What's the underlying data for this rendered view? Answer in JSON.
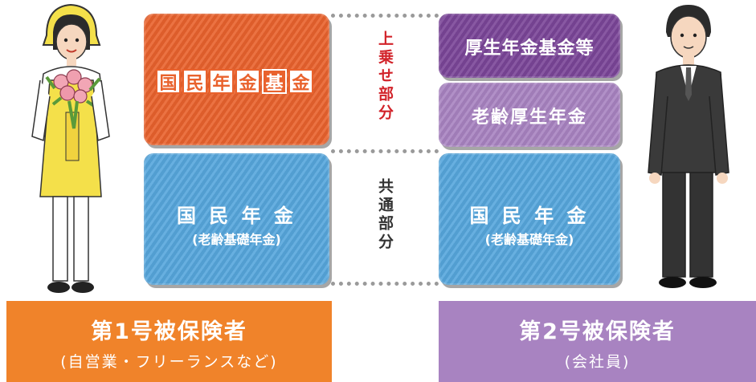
{
  "blocks": {
    "left_upper": {
      "chars": [
        "国",
        "民",
        "年",
        "金",
        "基",
        "金"
      ]
    },
    "left_lower": {
      "title": "国 民 年 金",
      "subtitle": "(老齢基礎年金)"
    },
    "right_top": {
      "title": "厚生年金基金等"
    },
    "right_middle": {
      "title": "老齢厚生年金"
    },
    "right_lower": {
      "title": "国 民 年 金",
      "subtitle": "(老齢基礎年金)"
    }
  },
  "middle_labels": {
    "upper": "上乗せ部分",
    "lower": "共通部分"
  },
  "bars": {
    "left": {
      "title": "第1号被保険者",
      "subtitle": "(自営業・フリーランスなど)"
    },
    "right": {
      "title": "第2号被保険者",
      "subtitle": "(会社員)"
    }
  },
  "colors": {
    "orange": "#e9622d",
    "blue": "#56a6dc",
    "purple_dark": "#7a4598",
    "purple_light": "#a883c1",
    "bar_orange": "#f0832a",
    "bar_purple": "#a883c1",
    "accent_red": "#d2232a"
  }
}
